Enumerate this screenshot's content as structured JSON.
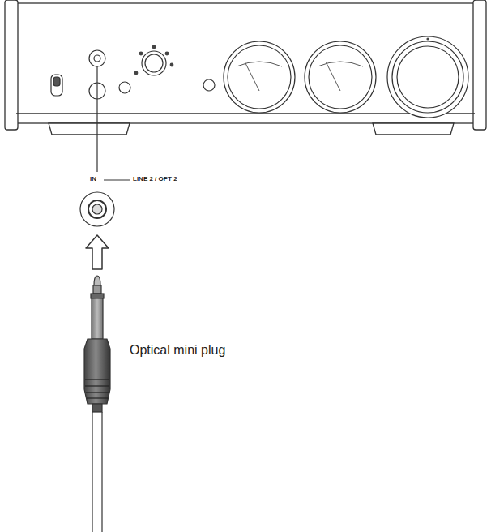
{
  "diagram": {
    "labels": [
      "IN",
      "LINE 2 / OPT 2",
      "Optical mini plug"
    ]
  }
}
